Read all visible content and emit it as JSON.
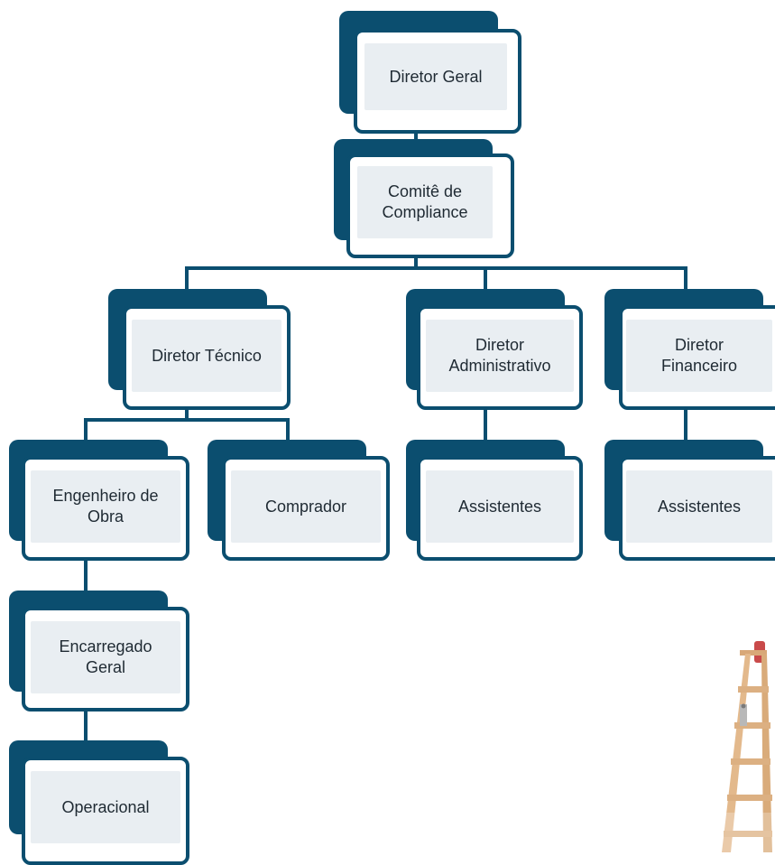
{
  "nodes": {
    "diretor_geral": "Diretor Geral",
    "comite": "Comitê de\nCompliance",
    "diretor_tecnico": "Diretor Técnico",
    "diretor_administrativo": "Diretor\nAdministrativo",
    "diretor_financeiro": "Diretor\nFinanceiro",
    "engenheiro": "Engenheiro de\nObra",
    "comprador": "Comprador",
    "assistentes_adm": "Assistentes",
    "assistentes_fin": "Assistentes",
    "encarregado": "Encarregado\nGeral",
    "operacional": "Operacional"
  },
  "colors": {
    "primary": "#0b4e6f",
    "box_fill": "#e9eef2",
    "text": "#1f2a33"
  }
}
